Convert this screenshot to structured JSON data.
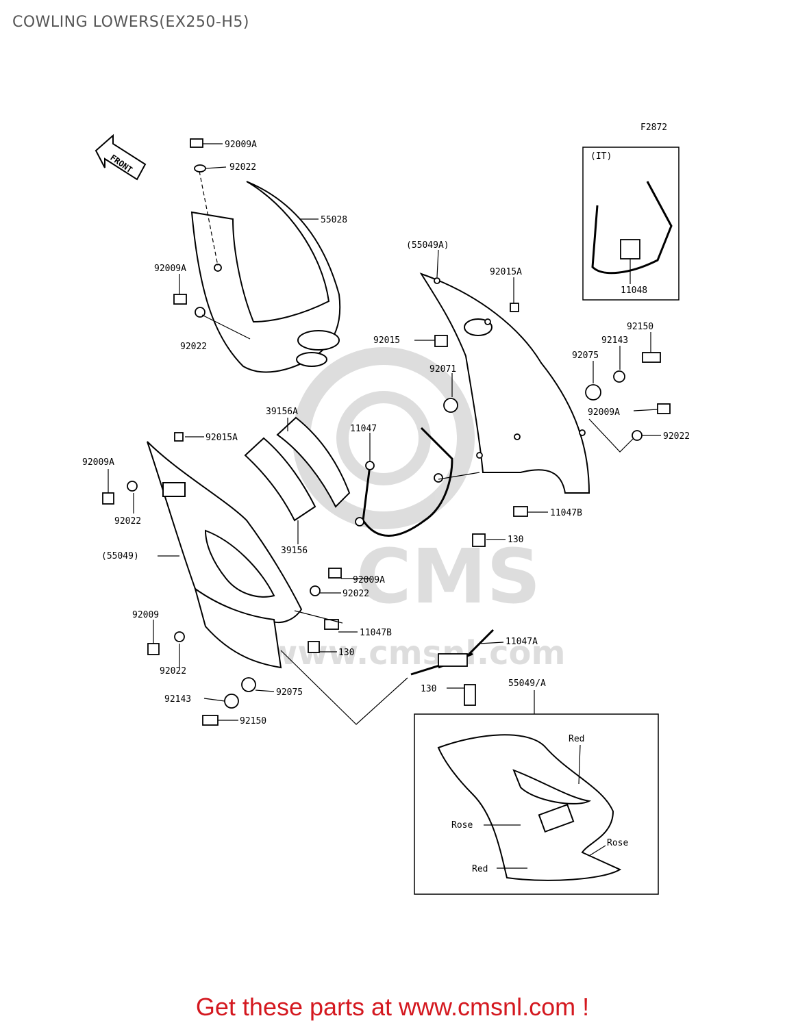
{
  "page_title": "COWLING LOWERS(EX250-H5)",
  "figure_code": "F2872",
  "front_arrow_label": "FRONT",
  "watermark": {
    "brand": "CMS",
    "url": "www.cmsnl.com"
  },
  "callouts": {
    "c01": "92009A",
    "c02": "92022",
    "c03": "55028",
    "c04": "92009A",
    "c05": "92022",
    "c06": "(55049A)",
    "c07": "92015A",
    "c08": "92015",
    "c09": "92071",
    "c10": "92150",
    "c11": "92143",
    "c12": "92075",
    "c13": "92009A",
    "c14": "92022",
    "c15": "39156A",
    "c16": "11047",
    "c17": "92015A",
    "c18": "92009A",
    "c19": "92022",
    "c20": "39156",
    "c21": "11047B",
    "c22": "130",
    "c23": "(55049)",
    "c24": "92009A",
    "c25": "92022",
    "c26": "92009",
    "c27": "11047B",
    "c28": "130",
    "c29": "11047A",
    "c30": "92022",
    "c31": "92075",
    "c32": "92143",
    "c33": "92150",
    "c34": "130",
    "c35": "55049/A"
  },
  "inset_it": {
    "label": "(IT)",
    "part": "11048"
  },
  "inset_color": {
    "part": "55049/A",
    "labels": [
      "Red",
      "Rose",
      "Rose",
      "Red"
    ]
  },
  "footer": {
    "text": "Get these parts at www.cmsnl.com !",
    "color": "#d4181f"
  }
}
